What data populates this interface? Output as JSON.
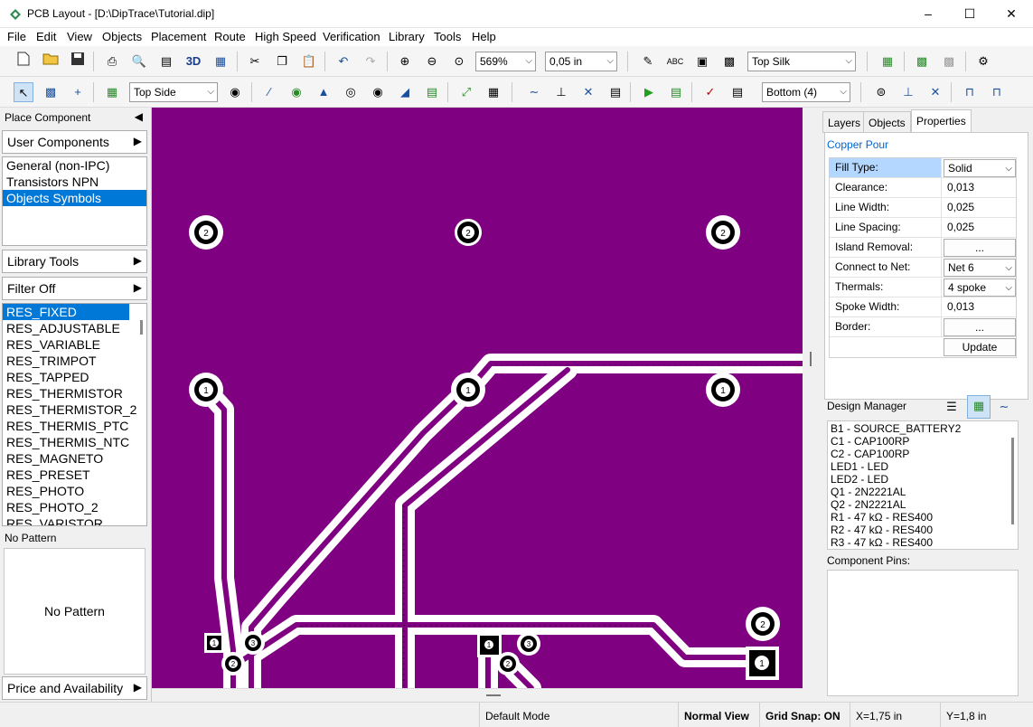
{
  "window": {
    "title": "PCB Layout - [D:\\DipTrace\\Tutorial.dip]"
  },
  "menu": [
    "File",
    "Edit",
    "View",
    "Objects",
    "Placement",
    "Route",
    "High Speed",
    "Verification",
    "Library",
    "Tools",
    "Help"
  ],
  "toolbar1": {
    "zoom": "569%",
    "grid": "0,05 in",
    "layer": "Top Silk",
    "label_3d": "3D",
    "abc_label": "ABC"
  },
  "toolbar2": {
    "side": "Top Side",
    "route_layer": "Bottom (4)"
  },
  "left_panel": {
    "header": "Place Component",
    "user_components": "User Components",
    "library_groups": [
      "General (non-IPC)",
      "Transistors NPN",
      "Objects Symbols"
    ],
    "library_tools": "Library Tools",
    "filter": "Filter Off",
    "components": [
      "RES_FIXED",
      "RES_ADJUSTABLE",
      "RES_VARIABLE",
      "RES_TRIMPOT",
      "RES_TAPPED",
      "RES_THERMISTOR",
      "RES_THERMISTOR_2",
      "RES_THERMIS_PTC",
      "RES_THERMIS_NTC",
      "RES_MAGNETO",
      "RES_PRESET",
      "RES_PHOTO",
      "RES_PHOTO_2",
      "RES_VARISTOR"
    ],
    "pattern_header": "No Pattern",
    "pattern_preview": "No Pattern",
    "price": "Price and Availability"
  },
  "pcb": {
    "pad_labels": [
      "2",
      "2",
      "2",
      "1",
      "1",
      "1",
      "1",
      "3",
      "2",
      "1",
      "3",
      "2",
      "2",
      "1"
    ]
  },
  "right_panel": {
    "tabs": [
      "Layers",
      "Objects",
      "Properties"
    ],
    "section": "Copper Pour",
    "properties": [
      {
        "label": "Fill Type:",
        "value": "Solid"
      },
      {
        "label": "Clearance:",
        "value": "0,013"
      },
      {
        "label": "Line Width:",
        "value": "0,025"
      },
      {
        "label": "Line Spacing:",
        "value": "0,025"
      },
      {
        "label": "Island Removal:",
        "value": "..."
      },
      {
        "label": "Connect to Net:",
        "value": "Net 6"
      },
      {
        "label": "Thermals:",
        "value": "4 spoke"
      },
      {
        "label": "Spoke Width:",
        "value": "0,013"
      },
      {
        "label": "Border:",
        "value": "..."
      }
    ],
    "update": "Update",
    "design_manager": "Design Manager",
    "components": [
      "B1 - SOURCE_BATTERY2",
      "C1 - CAP100RP",
      "C2 - CAP100RP",
      "LED1 - LED",
      "LED2 - LED",
      "Q1 - 2N2221AL",
      "Q2 - 2N2221AL",
      "R1 - 47 kΩ - RES400",
      "R2 - 47 kΩ - RES400",
      "R3 - 47 kΩ - RES400"
    ],
    "component_pins": "Component Pins:"
  },
  "status": {
    "mode": "Default Mode",
    "view": "Normal View",
    "grid_snap": "Grid Snap: ON",
    "x": "X=1,75 in",
    "y": "Y=1,8 in"
  },
  "colors": {
    "board": "#7f0080",
    "selection": "#0078d7",
    "link": "#0066cc"
  }
}
